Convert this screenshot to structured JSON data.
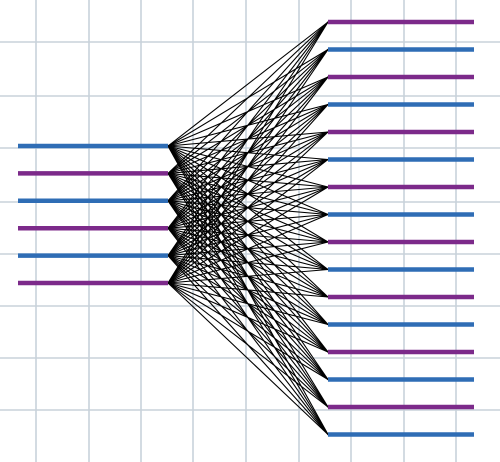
{
  "diagram": {
    "colors": {
      "background": "#ffffff",
      "grid": "#c8d2da",
      "blue": "#2f6db5",
      "purple": "#7c2a8a",
      "connector": "#000000"
    },
    "left_ports": [
      {
        "color": "blue"
      },
      {
        "color": "purple"
      },
      {
        "color": "blue"
      },
      {
        "color": "purple"
      },
      {
        "color": "blue"
      },
      {
        "color": "purple"
      }
    ],
    "right_ports": [
      {
        "color": "purple"
      },
      {
        "color": "blue"
      },
      {
        "color": "purple"
      },
      {
        "color": "blue"
      },
      {
        "color": "purple"
      },
      {
        "color": "blue"
      },
      {
        "color": "purple"
      },
      {
        "color": "blue"
      },
      {
        "color": "purple"
      },
      {
        "color": "blue"
      },
      {
        "color": "purple"
      },
      {
        "color": "blue"
      },
      {
        "color": "purple"
      },
      {
        "color": "blue"
      },
      {
        "color": "purple"
      },
      {
        "color": "blue"
      }
    ],
    "connection_pattern": "complete-bipartite"
  }
}
